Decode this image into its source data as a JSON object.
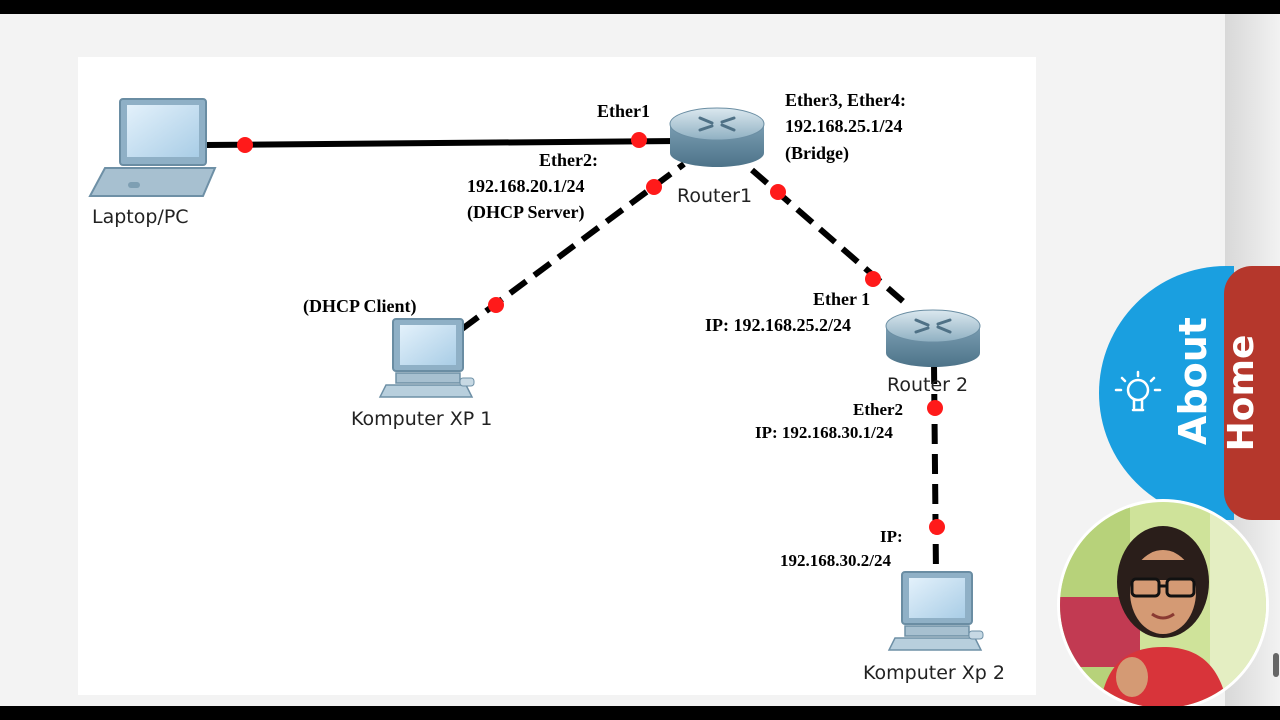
{
  "diagram": {
    "devices": {
      "laptop": "Laptop/PC",
      "router1": "Router1",
      "router2": "Router 2",
      "pc1": "Komputer XP 1",
      "pc2": "Komputer Xp 2"
    },
    "labels": {
      "ether1": "Ether1",
      "ether2_line1": "Ether2:",
      "ether2_line2": "192.168.20.1/24",
      "ether2_line3": "(DHCP Server)",
      "ether34_line1": "Ether3, Ether4:",
      "ether34_line2": "192.168.25.1/24",
      "ether34_line3": "(Bridge)",
      "dhcp_client": "(DHCP Client)",
      "r2_ether1_line1": "Ether 1",
      "r2_ether1_line2": "IP: 192.168.25.2/24",
      "r2_ether2_line1": "Ether2",
      "r2_ether2_line2": "IP: 192.168.30.1/24",
      "pc2_ip_line1": "IP:",
      "pc2_ip_line2": "192.168.30.2/24"
    }
  },
  "nav": {
    "about": "About",
    "home": "Home"
  },
  "colors": {
    "link_dot": "#ff1a1a",
    "about_tab": "#1a9fe0",
    "home_tab": "#b5372c"
  }
}
